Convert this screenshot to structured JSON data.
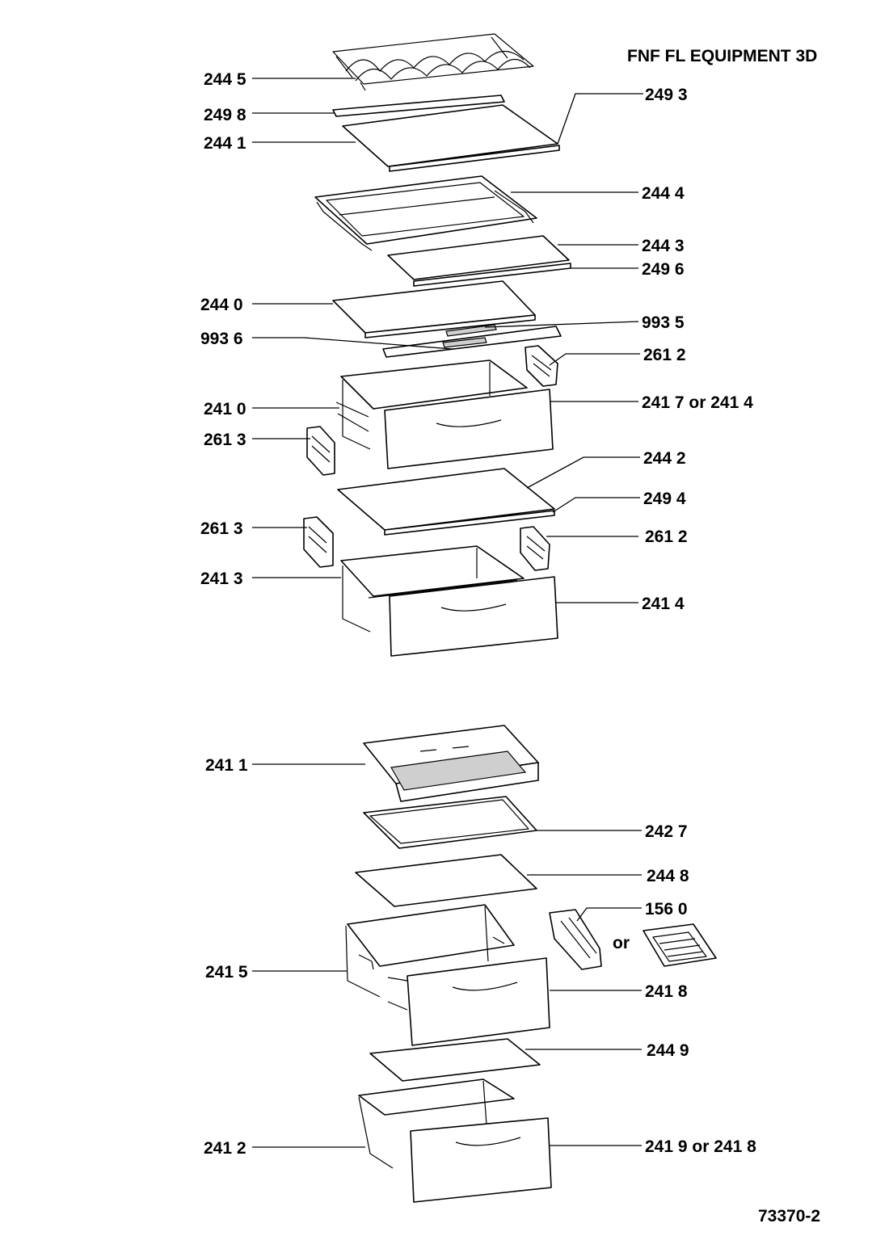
{
  "title": "FNF FL EQUIPMENT 3D",
  "drawing_number": "73370-2",
  "or_text": "or",
  "labels": {
    "l2445": "244 5",
    "l2498": "249 8",
    "l2441": "244 1",
    "l2493": "249 3",
    "l2444": "244 4",
    "l2443": "244 3",
    "l2496": "249 6",
    "l2440": "244 0",
    "l9935": "993 5",
    "l9936": "993 6",
    "l2612a": "261 2",
    "l2410": "241 0",
    "l2417": "241 7 or 241 4",
    "l2613a": "261 3",
    "l2442": "244 2",
    "l2494": "249 4",
    "l2613b": "261 3",
    "l2612b": "261 2",
    "l2413": "241 3",
    "l2414": "241 4",
    "l2411": "241 1",
    "l2427": "242 7",
    "l2448": "244 8",
    "l1560": "156 0",
    "l2415": "241 5",
    "l2418": "241 8",
    "l2449": "244 9",
    "l2412": "241 2",
    "l2419": "241 9 or 241 8"
  }
}
